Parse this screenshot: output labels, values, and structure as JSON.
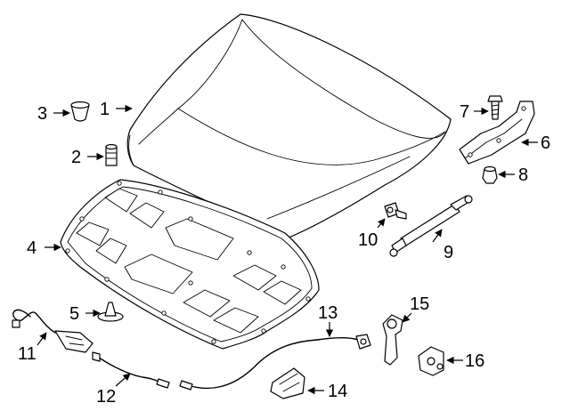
{
  "callouts": [
    {
      "label": "1"
    },
    {
      "label": "2"
    },
    {
      "label": "3"
    },
    {
      "label": "4"
    },
    {
      "label": "5"
    },
    {
      "label": "6"
    },
    {
      "label": "7"
    },
    {
      "label": "8"
    },
    {
      "label": "9"
    },
    {
      "label": "10"
    },
    {
      "label": "11"
    },
    {
      "label": "12"
    },
    {
      "label": "13"
    },
    {
      "label": "14"
    },
    {
      "label": "15"
    },
    {
      "label": "16"
    }
  ],
  "colors": {
    "line": "#000000",
    "background": "#ffffff"
  }
}
